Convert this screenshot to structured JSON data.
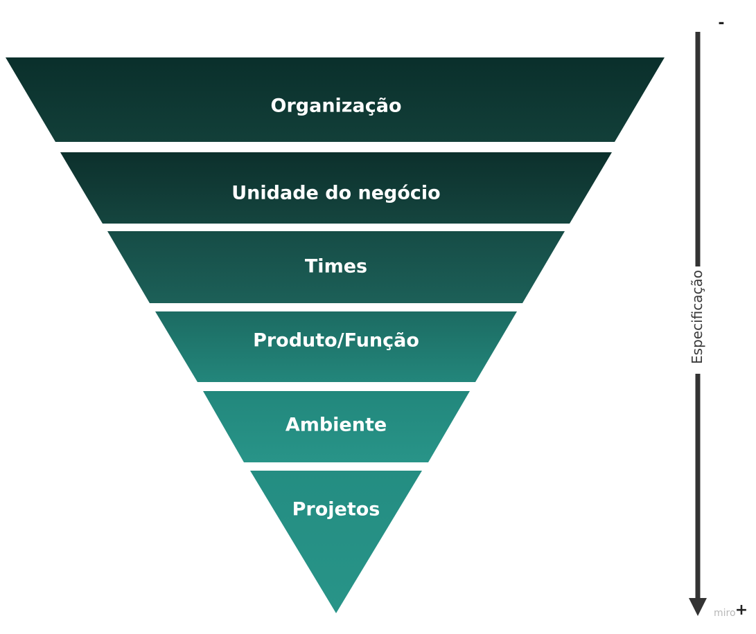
{
  "funnel": {
    "layers": [
      {
        "label": "Organização",
        "color_top": "#0a2f2b",
        "color_bottom": "#123f39"
      },
      {
        "label": "Unidade do negócio",
        "color_top": "#0c302c",
        "color_bottom": "#15453f"
      },
      {
        "label": "Times",
        "color_top": "#164c46",
        "color_bottom": "#1c6058"
      },
      {
        "label": "Produto/Função",
        "color_top": "#1c6b62",
        "color_bottom": "#23867b"
      },
      {
        "label": "Ambiente",
        "color_top": "#22877c",
        "color_bottom": "#289488"
      },
      {
        "label": "Projetos",
        "color_top": "#248d82",
        "color_bottom": "#289488"
      }
    ]
  },
  "axis": {
    "label": "Especificação",
    "top_symbol": "-",
    "bottom_symbol": "+",
    "color": "#333333"
  },
  "watermark": {
    "text": "miro"
  }
}
